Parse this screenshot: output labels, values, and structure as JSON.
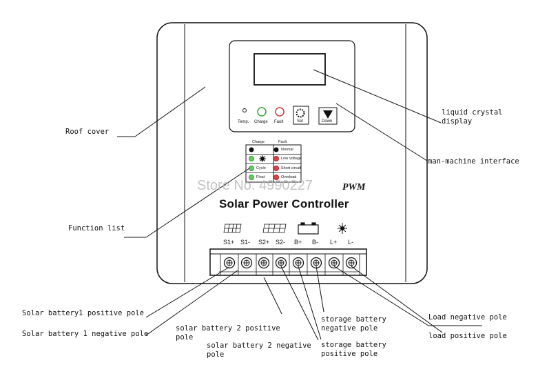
{
  "watermark": "Store No: 4990227",
  "brand": {
    "pwm": "PWM",
    "product": "Solar Power Controller"
  },
  "panel": {
    "led_labels": [
      "Temp.",
      "Charge",
      "Fault"
    ],
    "set_label": "Set",
    "down_label": "Down"
  },
  "function_list": {
    "charge_header": "Charge",
    "fault_header": "Fault",
    "charge_items": [
      "",
      "",
      "Cycle",
      "Float"
    ],
    "fault_items": [
      "Normal",
      "Low Voltage",
      "Short circuit",
      "Overload"
    ]
  },
  "terminals": [
    "S1+",
    "S1-",
    "S2+",
    "S2-",
    "B+",
    "B-",
    "L+",
    "L-"
  ],
  "callouts": {
    "roof_cover": "Roof cover",
    "lcd": [
      "liquid crystal",
      "display"
    ],
    "hmi": "man-machine interface",
    "function_list": "Function list",
    "s1_pos": "Solar battery1 positive pole",
    "s1_neg": "Solar battery 1 negative pole",
    "s2_pos": [
      "solar battery 2 positive",
      "pole"
    ],
    "s2_neg": [
      "solar battery 2 negative",
      "pole"
    ],
    "b_neg": [
      "storage battery",
      "negative pole"
    ],
    "b_pos": [
      "storage battery",
      "positive pole"
    ],
    "l_neg": "Load negative pole",
    "l_pos": "load positive pole"
  }
}
